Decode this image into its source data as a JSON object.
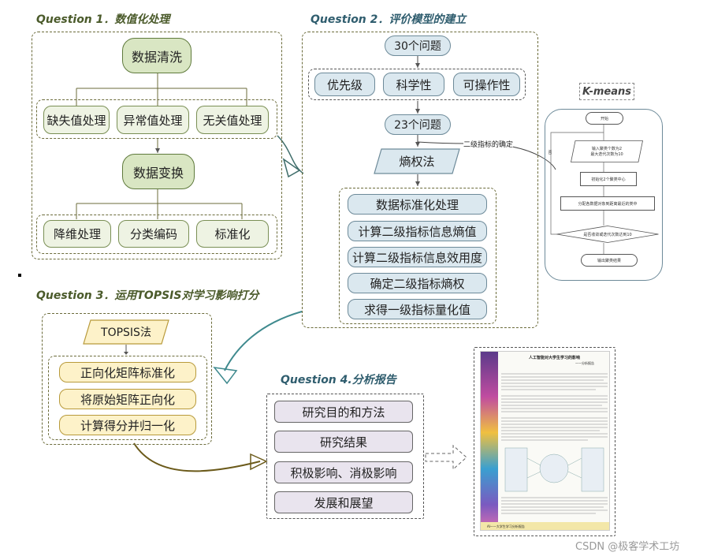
{
  "q1": {
    "title": "Question 1．数值化处理",
    "top": "数据清洗",
    "row1": [
      "缺失值处理",
      "异常值处理",
      "无关值处理"
    ],
    "mid": "数据变换",
    "row2": [
      "降维处理",
      "分类编码",
      "标准化"
    ]
  },
  "q2": {
    "title": "Question 2．评价模型的建立",
    "questions30": "30个问题",
    "criteria": [
      "优先级",
      "科学性",
      "可操作性"
    ],
    "questions23": "23个问题",
    "annotation": "二级指标的确定",
    "method": "熵权法",
    "steps": [
      "数据标准化处理",
      "计算二级指标信息熵值",
      "计算二级指标信息效用度",
      "确定二级指标熵权",
      "求得一级指标量化值"
    ]
  },
  "kmeans": {
    "title": "K-means",
    "start": "开始",
    "step1a": "输入聚类个数为2",
    "step1b": "最大迭代次数为10",
    "step2": "初始化2个聚类中心",
    "step3": "分配各数据对象到距离最近的类中",
    "decision": "是否收敛或迭代次数达到10",
    "no": "否",
    "end": "输出聚类结果"
  },
  "q3": {
    "title": "Question 3．运用TOPSIS对学习影响打分",
    "method": "TOPSIS法",
    "steps": [
      "正向化矩阵标准化",
      "将原始矩阵正向化",
      "计算得分并归一化"
    ]
  },
  "q4": {
    "title": "Question 4.分析报告",
    "items": [
      "研究目的和方法",
      "研究结果",
      "积极影响、消极影响",
      "发展和展望"
    ]
  },
  "report": {
    "title": "人工智能对大学生学习的影响",
    "subtitle": "——分析报告",
    "footer": "AI——大学生学习分析报告"
  },
  "watermark": "CSDN @极客学术工坊",
  "colors": {
    "olive": "#6b6b3a",
    "teal": "#2f5d6e",
    "green": "#d9e6c3",
    "blue": "#dbe8ef",
    "yellow": "#fdf2c9",
    "purple": "#e9e4ee"
  }
}
